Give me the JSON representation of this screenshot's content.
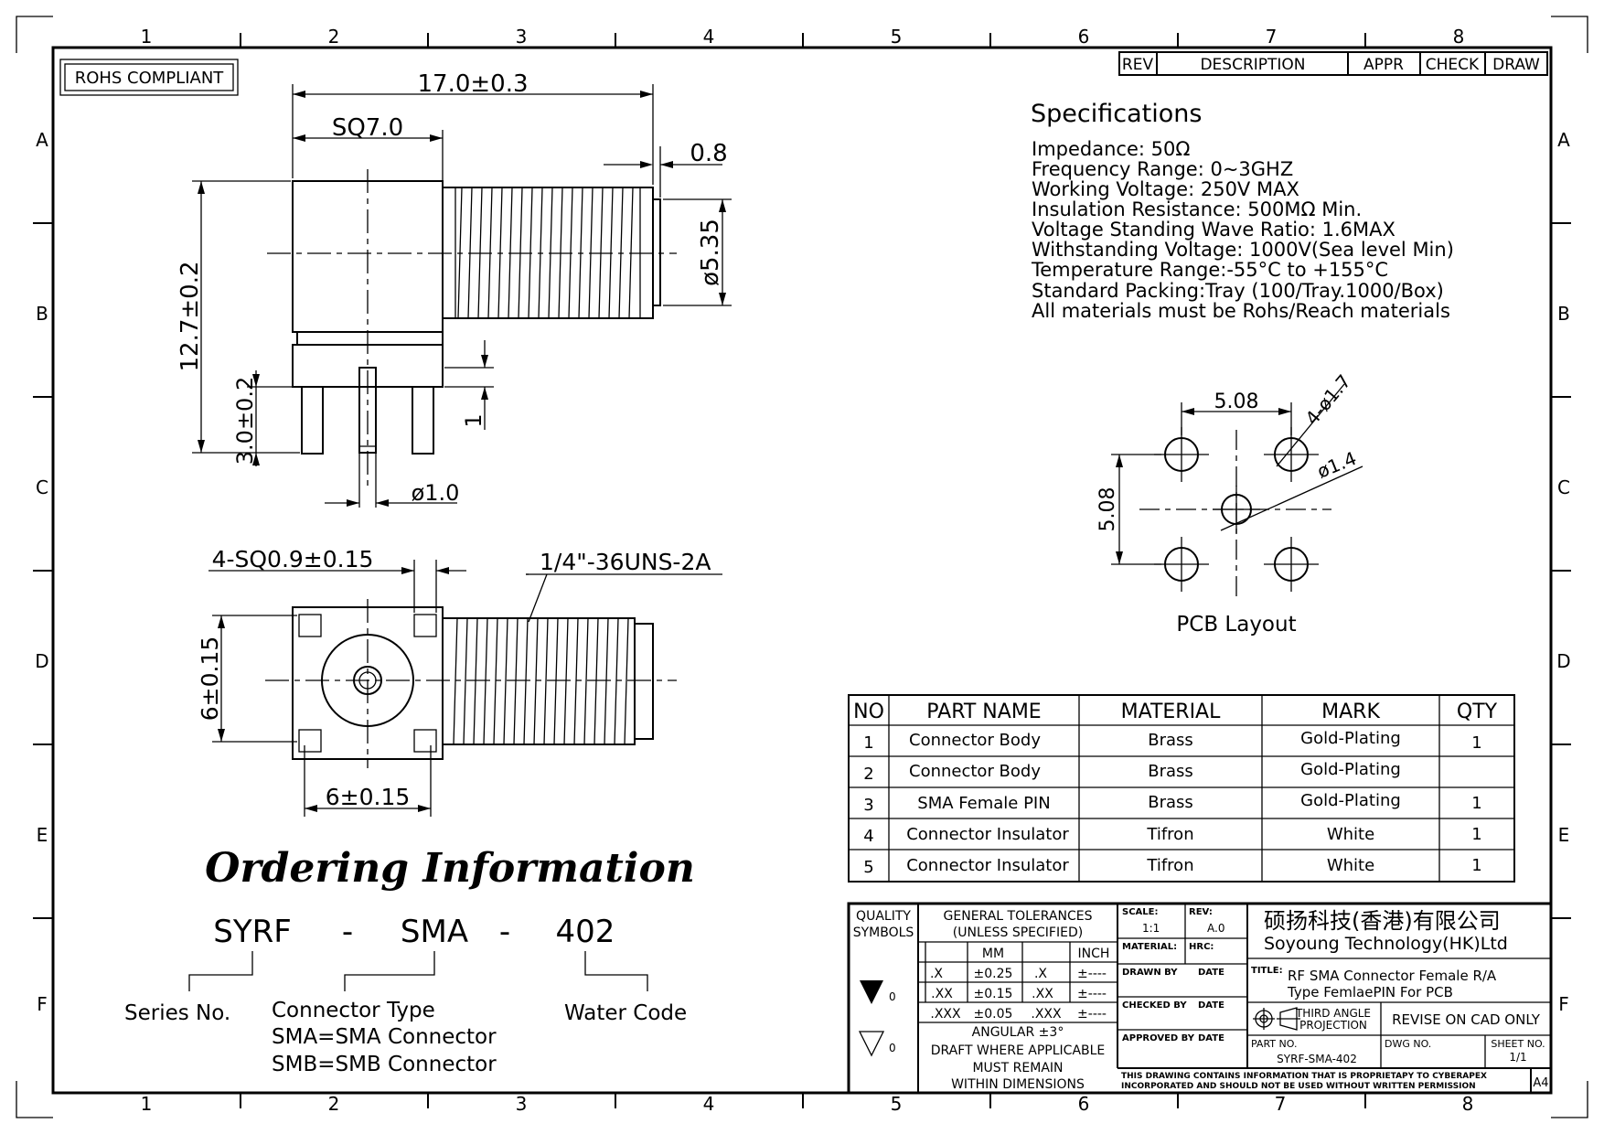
{
  "frame": {
    "col_numbers_top": [
      "1",
      "2",
      "3",
      "4",
      "5",
      "6",
      "7",
      "8"
    ],
    "col_numbers_bottom": [
      "1",
      "2",
      "3",
      "4",
      "5",
      "6",
      "7",
      "8"
    ],
    "row_letters": [
      "A",
      "B",
      "C",
      "D",
      "E",
      "F"
    ]
  },
  "rohs_badge": "ROHS COMPLIANT",
  "revision_table": {
    "rev": "REV",
    "description": "DESCRIPTION",
    "appr": "APPR",
    "check": "CHECK",
    "draw": "DRAW"
  },
  "specs": {
    "heading": "Specifications",
    "lines": [
      "Impedance: 50Ω",
      "Frequency Range: 0~3GHZ",
      "Working Voltage: 250V MAX",
      "Insulation Resistance: 500MΩ Min.",
      "Voltage Standing Wave Ratio: 1.6MAX",
      "Withstanding Voltage: 1000V(Sea level Min)",
      "Temperature Range:-55°C to +155°C",
      "Standard Packing:Tray (100/Tray.1000/Box)",
      "All materials must be Rohs/Reach materials"
    ]
  },
  "side_view_dims": {
    "overall_length": "17.0±0.3",
    "square": "SQ7.0",
    "end_gap": "0.8",
    "thread_dia": "ø5.35",
    "height": "12.7±0.2",
    "pin_length": "3.0±0.2",
    "step": "1",
    "pin_dia": "ø1.0"
  },
  "bottom_view_dims": {
    "square_pins": "4-SQ0.9±0.15",
    "thread_spec": "1/4\"-36UNS-2A",
    "vertical_pitch": "6±0.15",
    "horizontal_pitch": "6±0.15"
  },
  "pcb_layout": {
    "pitch_h": "5.08",
    "pitch_v": "5.08",
    "corner_holes": "4-ø1.7",
    "center_hole": "ø1.4",
    "caption": "PCB Layout"
  },
  "bom": {
    "headers": [
      "NO",
      "PART NAME",
      "MATERIAL",
      "MARK",
      "QTY"
    ],
    "rows": [
      [
        "1",
        "Connector Body",
        "Brass",
        "Gold-Plating",
        "1"
      ],
      [
        "2",
        "Connector Body",
        "Brass",
        "Gold-Plating",
        ""
      ],
      [
        "3",
        "SMA Female PIN",
        "Brass",
        "Gold-Plating",
        "1"
      ],
      [
        "4",
        "Connector Insulator",
        "Tifron",
        "White",
        "1"
      ],
      [
        "5",
        "Connector Insulator",
        "Tifron",
        "White",
        "1"
      ]
    ]
  },
  "ordering": {
    "title": "Ordering Information",
    "code_parts": [
      "SYRF",
      "-",
      "SMA",
      "-",
      "402"
    ],
    "series_label": "Series No.",
    "type_label": "Connector Type",
    "type_opt1": "SMA=SMA Connector",
    "type_opt2": "SMB=SMB Connector",
    "water_label": "Water Code"
  },
  "title_block": {
    "quality_symbols": "QUALITY\nSYMBOLS",
    "quality_1": "QUALITY",
    "quality_2": "SYMBOLS",
    "gen_tol_1": "GENERAL TOLERANCES",
    "gen_tol_2": "(UNLESS SPECIFIED)",
    "mm": "MM",
    "inch": "INCH",
    "tol_rows": [
      [
        ".X",
        "±0.25",
        ".X",
        "±----"
      ],
      [
        ".XX",
        "±0.15",
        ".XX",
        "±----"
      ],
      [
        ".XXX",
        "±0.05",
        ".XXX",
        "±----"
      ]
    ],
    "angular": "ANGULAR ±3°",
    "draft_1": "DRAFT WHERE APPLICABLE",
    "draft_2": "MUST REMAIN",
    "draft_3": "WITHIN DIMENSIONS",
    "sym_label_1": "0",
    "sym_label_2": "0",
    "scale_label": "SCALE:",
    "scale_value": "1:1",
    "rev_label": "REV:",
    "rev_value": "A.0",
    "material_label": "MATERIAL:",
    "hrc_label": "HRC:",
    "drawn_by": "DRAWN BY",
    "checked_by": "CHECKED BY",
    "approved_by": "APPROVED BY",
    "date": "DATE",
    "company_cn": "硕扬科技(香港)有限公司",
    "company_en": "Soyoung Technology(HK)Ltd",
    "title_label": "TITLE:",
    "title_1": "RF SMA Connector Female R/A",
    "title_2": "Type FemlaePIN  For PCB",
    "projection_1": "THIRD ANGLE",
    "projection_2": "PROJECTION",
    "revise_note": "REVISE ON CAD ONLY",
    "part_no_label": "PART NO.",
    "part_no": "SYRF-SMA-402",
    "dwg_no_label": "DWG NO.",
    "sheet_label": "SHEET NO.",
    "sheet_value": "1/1",
    "notice_1": "THIS DRAWING CONTAINS INFORMATION THAT IS PROPRIETAPY TO CYBERAPEX",
    "notice_2": "INCORPORATED AND SHOULD NOT BE USED WITHOUT WRITTEN PERMISSION",
    "size": "A4"
  }
}
